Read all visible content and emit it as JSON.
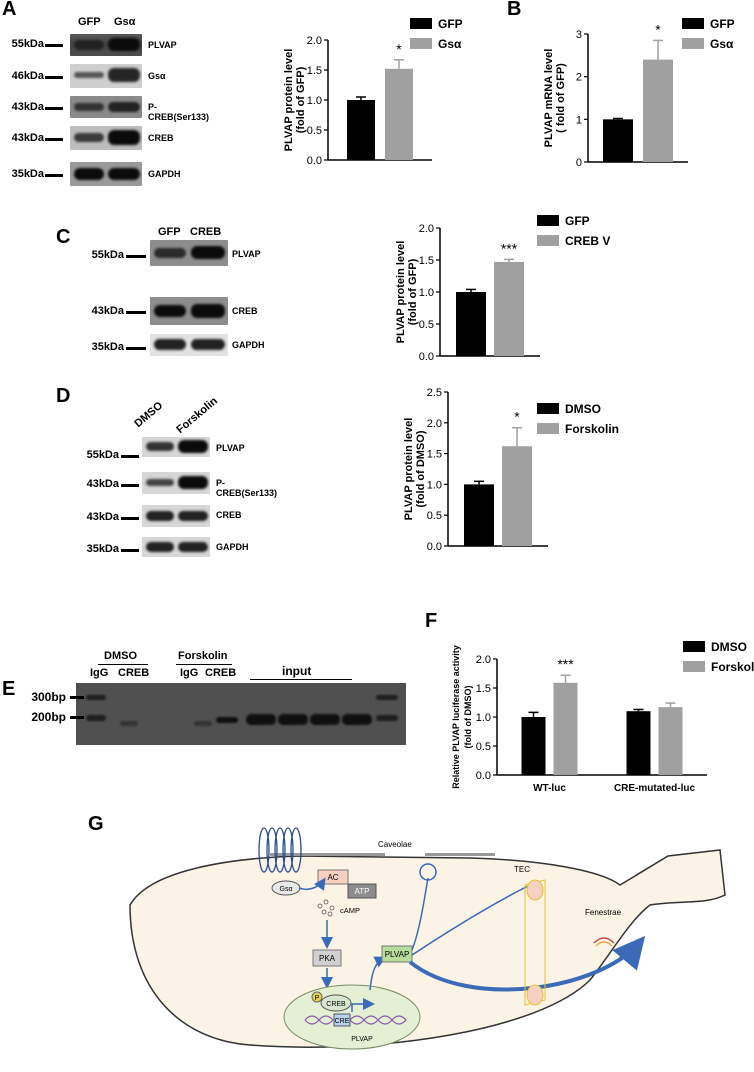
{
  "panels": {
    "A": "A",
    "B": "B",
    "C": "C",
    "D": "D",
    "E": "E",
    "F": "F",
    "G": "G"
  },
  "kda": {
    "k55": "55kDa",
    "k46": "46kDa",
    "k43": "43kDa",
    "k35": "35kDa"
  },
  "panelA": {
    "lanes": [
      "GFP",
      "Gsα"
    ],
    "proteins": [
      "PLVAP",
      "Gsα",
      "P-CREB(Ser133)",
      "CREB",
      "GAPDH"
    ],
    "legend": [
      "GFP",
      "Gsα"
    ],
    "sig": "*"
  },
  "panelC": {
    "lanes": [
      "GFP",
      "CREB"
    ],
    "proteins": [
      "PLVAP",
      "CREB",
      "GAPDH"
    ],
    "legend": [
      "GFP",
      "CREB V"
    ],
    "sig": "***"
  },
  "panelD": {
    "lanes": [
      "DMSO",
      "Forskolin"
    ],
    "proteins": [
      "PLVAP",
      "P-CREB(Ser133)",
      "CREB",
      "GAPDH"
    ],
    "legend": [
      "DMSO",
      "Forskolin"
    ],
    "sig": "*"
  },
  "panelE": {
    "groups": [
      "DMSO",
      "Forskolin"
    ],
    "lanes": [
      "IgG",
      "CREB",
      "IgG",
      "CREB"
    ],
    "input": "input",
    "bp300": "300bp",
    "bp200": "200bp"
  },
  "panelF": {
    "legend": [
      "DMSO",
      "Forskolin"
    ],
    "sig": "***"
  },
  "panelG": {
    "labels": [
      "Caveolae",
      "TEC",
      "Fenestrae",
      "AC",
      "ATP",
      "Gsα",
      "cAMP",
      "PKA",
      "PLVAP",
      "P",
      "CREB",
      "CRE",
      "PLVAP"
    ]
  },
  "chart_data": [
    {
      "type": "bar",
      "panel": "A",
      "ylabel": "PLVAP protein level\n(fold of GFP)",
      "ylim": [
        0,
        2.0
      ],
      "yticks": [
        "0.0",
        "0.5",
        "1.0",
        "1.5",
        "2.0"
      ],
      "series": [
        {
          "name": "GFP",
          "values": [
            1.0
          ],
          "error": [
            0.05
          ],
          "color": "#000000"
        },
        {
          "name": "Gsα",
          "values": [
            1.52
          ],
          "error": [
            0.15
          ],
          "color": "#a0a0a0"
        }
      ]
    },
    {
      "type": "bar",
      "panel": "B",
      "ylabel": "PLVAP mRNA level\n( fold of GFP)",
      "ylim": [
        0,
        3
      ],
      "yticks": [
        "0",
        "1",
        "2",
        "3"
      ],
      "series": [
        {
          "name": "GFP",
          "values": [
            1.0
          ],
          "error": [
            0.02
          ],
          "color": "#000000"
        },
        {
          "name": "Gsα",
          "values": [
            2.4
          ],
          "error": [
            0.45
          ],
          "color": "#a0a0a0"
        }
      ]
    },
    {
      "type": "bar",
      "panel": "C",
      "ylabel": "PLVAP protein level\n(fold of GFP)",
      "ylim": [
        0,
        2.0
      ],
      "yticks": [
        "0.0",
        "0.5",
        "1.0",
        "1.5",
        "2.0"
      ],
      "series": [
        {
          "name": "GFP",
          "values": [
            1.0
          ],
          "error": [
            0.04
          ],
          "color": "#000000"
        },
        {
          "name": "CREB V",
          "values": [
            1.47
          ],
          "error": [
            0.04
          ],
          "color": "#a0a0a0"
        }
      ]
    },
    {
      "type": "bar",
      "panel": "D",
      "ylabel": "PLVAP protein level\n(fold of DMSO)",
      "ylim": [
        0,
        2.5
      ],
      "yticks": [
        "0.0",
        "0.5",
        "1.0",
        "1.5",
        "2.0",
        "2.5"
      ],
      "series": [
        {
          "name": "DMSO",
          "values": [
            1.0
          ],
          "error": [
            0.05
          ],
          "color": "#000000"
        },
        {
          "name": "Forskolin",
          "values": [
            1.62
          ],
          "error": [
            0.3
          ],
          "color": "#a0a0a0"
        }
      ]
    },
    {
      "type": "bar",
      "panel": "F",
      "ylabel": "Relative PLVAP luciferase activity\n(fold of DMSO)",
      "ylim": [
        0,
        2.0
      ],
      "yticks": [
        "0.0",
        "0.5",
        "1.0",
        "1.5",
        "2.0"
      ],
      "categories": [
        "WT-luc",
        "CRE-mutated-luc"
      ],
      "series": [
        {
          "name": "DMSO",
          "values": [
            1.0,
            1.1
          ],
          "error": [
            0.08,
            0.03
          ],
          "color": "#000000"
        },
        {
          "name": "Forskolin",
          "values": [
            1.59,
            1.17
          ],
          "error": [
            0.13,
            0.07
          ],
          "color": "#a0a0a0"
        }
      ]
    }
  ]
}
